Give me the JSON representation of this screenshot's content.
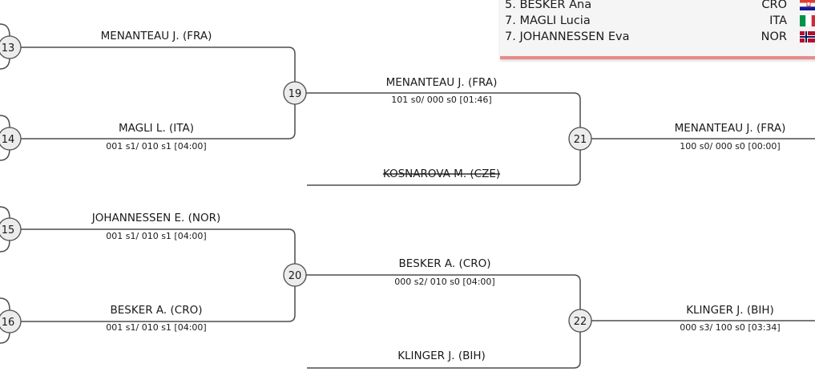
{
  "ranking": [
    {
      "name": "5. BESKER Ana",
      "nat": "CRO",
      "flag": "cro-flag"
    },
    {
      "name": "7. MAGLI Lucia",
      "nat": "ITA",
      "flag": "ita-flag"
    },
    {
      "name": "7. JOHANNESSEN Eva",
      "nat": "NOR",
      "flag": "nor-flag"
    }
  ],
  "nodes": {
    "n13": "13",
    "n14": "14",
    "n15": "15",
    "n16": "16",
    "n19": "19",
    "n20": "20",
    "n21": "21",
    "n22": "22"
  },
  "bouts": {
    "b13": {
      "name": "MENANTEAU J. (FRA)",
      "score": ""
    },
    "b14": {
      "name": "MAGLI L. (ITA)",
      "score": "001 s1/ 010 s1 [04:00]"
    },
    "b15": {
      "name": "JOHANNESSEN E. (NOR)",
      "score": "001 s1/ 010 s1 [04:00]"
    },
    "b16": {
      "name": "BESKER A. (CRO)",
      "score": "001 s1/ 010 s1 [04:00]"
    },
    "b19": {
      "name": "MENANTEAU J. (FRA)",
      "score": "101 s0/ 000 s0 [01:46]"
    },
    "bye1": {
      "name": "KOSNAROVA M. (CZE)",
      "score": ""
    },
    "b20": {
      "name": "BESKER A. (CRO)",
      "score": "000 s2/ 010 s0 [04:00]"
    },
    "bye2": {
      "name": "KLINGER J. (BIH)",
      "score": ""
    },
    "b21": {
      "name": "MENANTEAU J. (FRA)",
      "score": "100 s0/ 000 s0 [00:00]"
    },
    "b22": {
      "name": "KLINGER J. (BIH)",
      "score": "000 s3/ 100 s0 [03:34]"
    }
  },
  "colors": {
    "line": "#4d4d4d",
    "node_fill": "#ececec",
    "ranking_bg": "#f5f5f5",
    "ranking_border": "#e88a8a"
  }
}
